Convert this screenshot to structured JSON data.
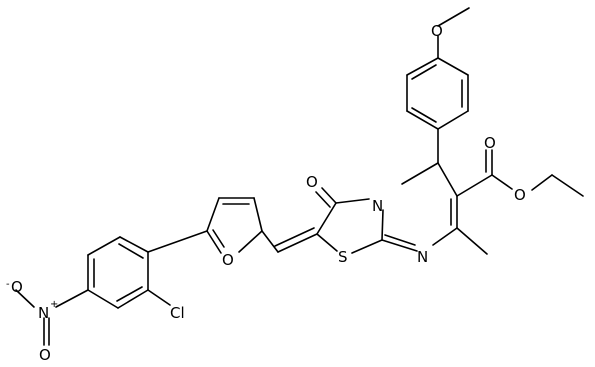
{
  "molecule": {
    "atoms": {
      "methoxy_o": "O",
      "carbonyl_o": "O",
      "ester_o_double": "O",
      "ester_o_single": "O",
      "furan_o": "O",
      "ring_n": "N",
      "ring_s": "S",
      "nitrogen_ring_label": "N",
      "chlorine": "Cl",
      "nitro_n": "N",
      "nitro_o_top": "O",
      "nitro_o_minus": "O",
      "nitro_charge_plus": "+",
      "nitro_charge_minus": "-"
    }
  }
}
